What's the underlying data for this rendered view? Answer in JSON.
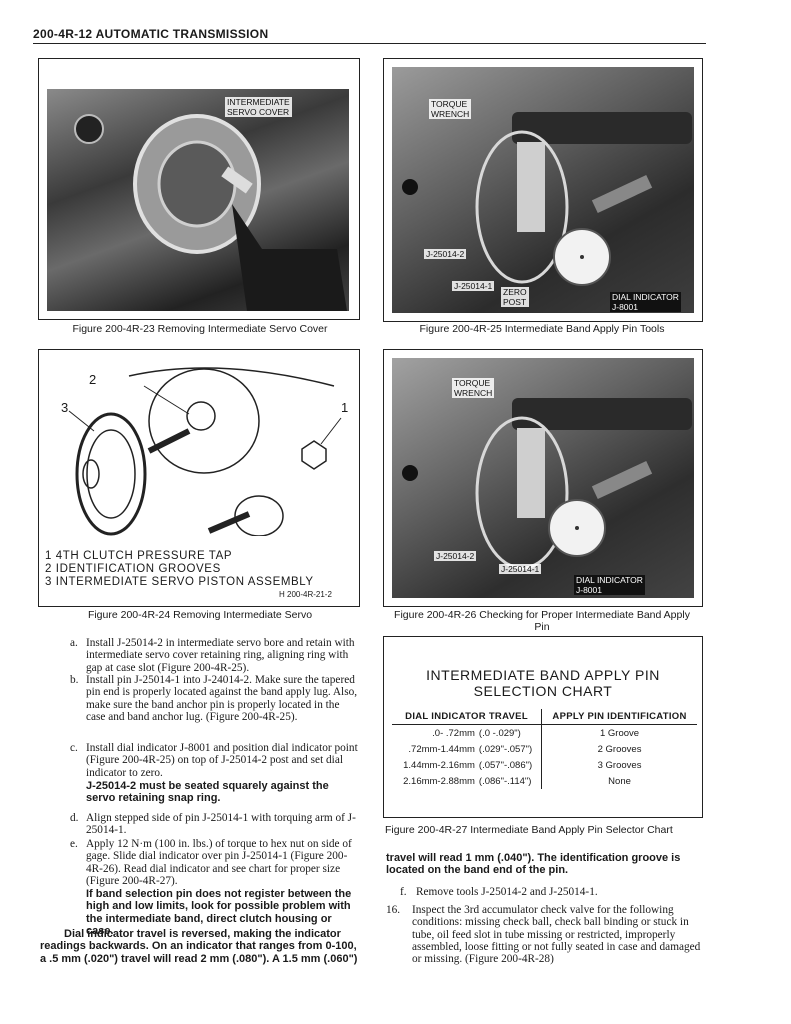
{
  "page": {
    "header": "200-4R-12 AUTOMATIC TRANSMISSION"
  },
  "fig23": {
    "callout": "INTERMEDIATE\nSERVO COVER",
    "caption": "Figure 200-4R-23 Removing Intermediate Servo Cover"
  },
  "fig25": {
    "callouts": {
      "torque_wrench": "TORQUE\nWRENCH",
      "j25014_2": "J-25014-2",
      "j25014_1": "J-25014-1",
      "zero_post": "ZERO\nPOST",
      "dial_indicator": "DIAL INDICATOR\nJ-8001"
    },
    "caption": "Figure 200-4R-25 Intermediate Band Apply Pin Tools"
  },
  "fig24": {
    "numbers": {
      "n1": "1",
      "n2": "2",
      "n3": "3"
    },
    "legend": [
      "1  4TH CLUTCH PRESSURE TAP",
      "2  IDENTIFICATION GROOVES",
      "3  INTERMEDIATE SERVO PISTON ASSEMBLY"
    ],
    "code": "H 200-4R-21-2",
    "caption": "Figure 200-4R-24 Removing Intermediate Servo"
  },
  "fig26": {
    "callouts": {
      "torque_wrench": "TORQUE\nWRENCH",
      "j25014_2": "J-25014-2",
      "j25014_1": "J-25014-1",
      "dial_indicator": "DIAL INDICATOR\nJ-8001"
    },
    "caption": "Figure 200-4R-26 Checking for Proper Intermediate Band Apply Pin"
  },
  "steps": [
    {
      "label": "a.",
      "text": "Install J-25014-2 in intermediate servo bore and retain with intermediate servo cover retaining ring, aligning ring with gap at case slot (Figure 200-4R-25)."
    },
    {
      "label": "b.",
      "text": "Install pin J-25014-1 into J-24014-2. Make sure the tapered pin end is properly located against the band apply lug. Also, make sure the band anchor pin is properly located in the case and band anchor lug. (Figure 200-4R-25)."
    },
    {
      "label": "c.",
      "text": "Install dial indicator J-8001 and position dial indicator point (Figure 200-4R-25) on top of J-25014-2 post and set dial indicator to zero.",
      "bold": "J-25014-2 must be seated squarely against the servo retaining snap ring."
    },
    {
      "label": "d.",
      "text": "Align stepped side of pin J-25014-1 with torquing arm of J-25014-1."
    },
    {
      "label": "e.",
      "text": "Apply 12 N·m (100 in. lbs.) of torque to hex nut on side of gage. Slide dial indicator over pin J-25014-1 (Figure 200-4R-26). Read dial indicator and see chart for proper size (Figure 200-4R-27).",
      "bold": "If band selection pin does not register between the high and low limits, look for possible problem with the intermediate band, direct clutch housing or case."
    }
  ],
  "left_bold_para": "Dial indicator travel is reversed, making the indicator readings backwards. On an indicator that ranges from 0-100, a .5 mm (.020\") travel will read 2 mm (.080\"). A 1.5 mm (.060\")",
  "chart": {
    "title_line1": "INTERMEDIATE BAND APPLY PIN",
    "title_line2": "SELECTION CHART",
    "col1": "DIAL INDICATOR TRAVEL",
    "col2": "APPLY PIN IDENTIFICATION",
    "rows": [
      {
        "mm": ".0-  .72mm",
        "inch": "(.0    -.029\")",
        "id": "1 Groove"
      },
      {
        "mm": ".72mm-1.44mm",
        "inch": "(.029\"-.057\")",
        "id": "2 Grooves"
      },
      {
        "mm": "1.44mm-2.16mm",
        "inch": "(.057\"-.086\")",
        "id": "3 Grooves"
      },
      {
        "mm": "2.16mm-2.88mm",
        "inch": "(.086\"-.114\")",
        "id": "None"
      }
    ],
    "caption": "Figure 200-4R-27 Intermediate Band Apply Pin Selector Chart"
  },
  "right_bold_para": "travel will read 1 mm (.040\"). The identification groove is located on the band end of the pin.",
  "step_f": {
    "label": "f.",
    "text": "Remove tools J-25014-2 and J-25014-1."
  },
  "step_16": {
    "label": "16.",
    "text": "Inspect the 3rd accumulator check valve for the following conditions: missing check ball, check ball binding or stuck in tube, oil feed slot in tube missing or restricted, improperly assembled, loose fitting or not fully seated in case and damaged or missing. (Figure 200-4R-28)"
  }
}
